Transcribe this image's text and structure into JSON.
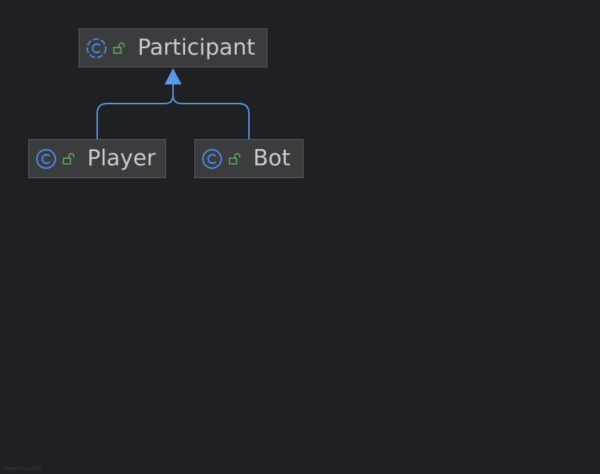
{
  "diagram": {
    "nodes": [
      {
        "id": "participant",
        "label": "Participant",
        "kind": "class",
        "visibility": "public"
      },
      {
        "id": "player",
        "label": "Player",
        "kind": "class",
        "visibility": "public"
      },
      {
        "id": "bot",
        "label": "Bot",
        "kind": "class",
        "visibility": "public"
      }
    ],
    "edges": [
      {
        "from": "player",
        "to": "participant",
        "type": "inheritance"
      },
      {
        "from": "bot",
        "to": "participant",
        "type": "inheritance"
      }
    ]
  },
  "colors": {
    "background": "#1f2024",
    "node_fill": "#3b3c3e",
    "node_border": "#5c5e61",
    "label_text": "#c9cbcf",
    "class_icon": "#4e8cf6",
    "lock_icon": "#5fb85f",
    "edge": "#5a97e8"
  },
  "footer": {
    "text": "Powered by yFiles"
  }
}
